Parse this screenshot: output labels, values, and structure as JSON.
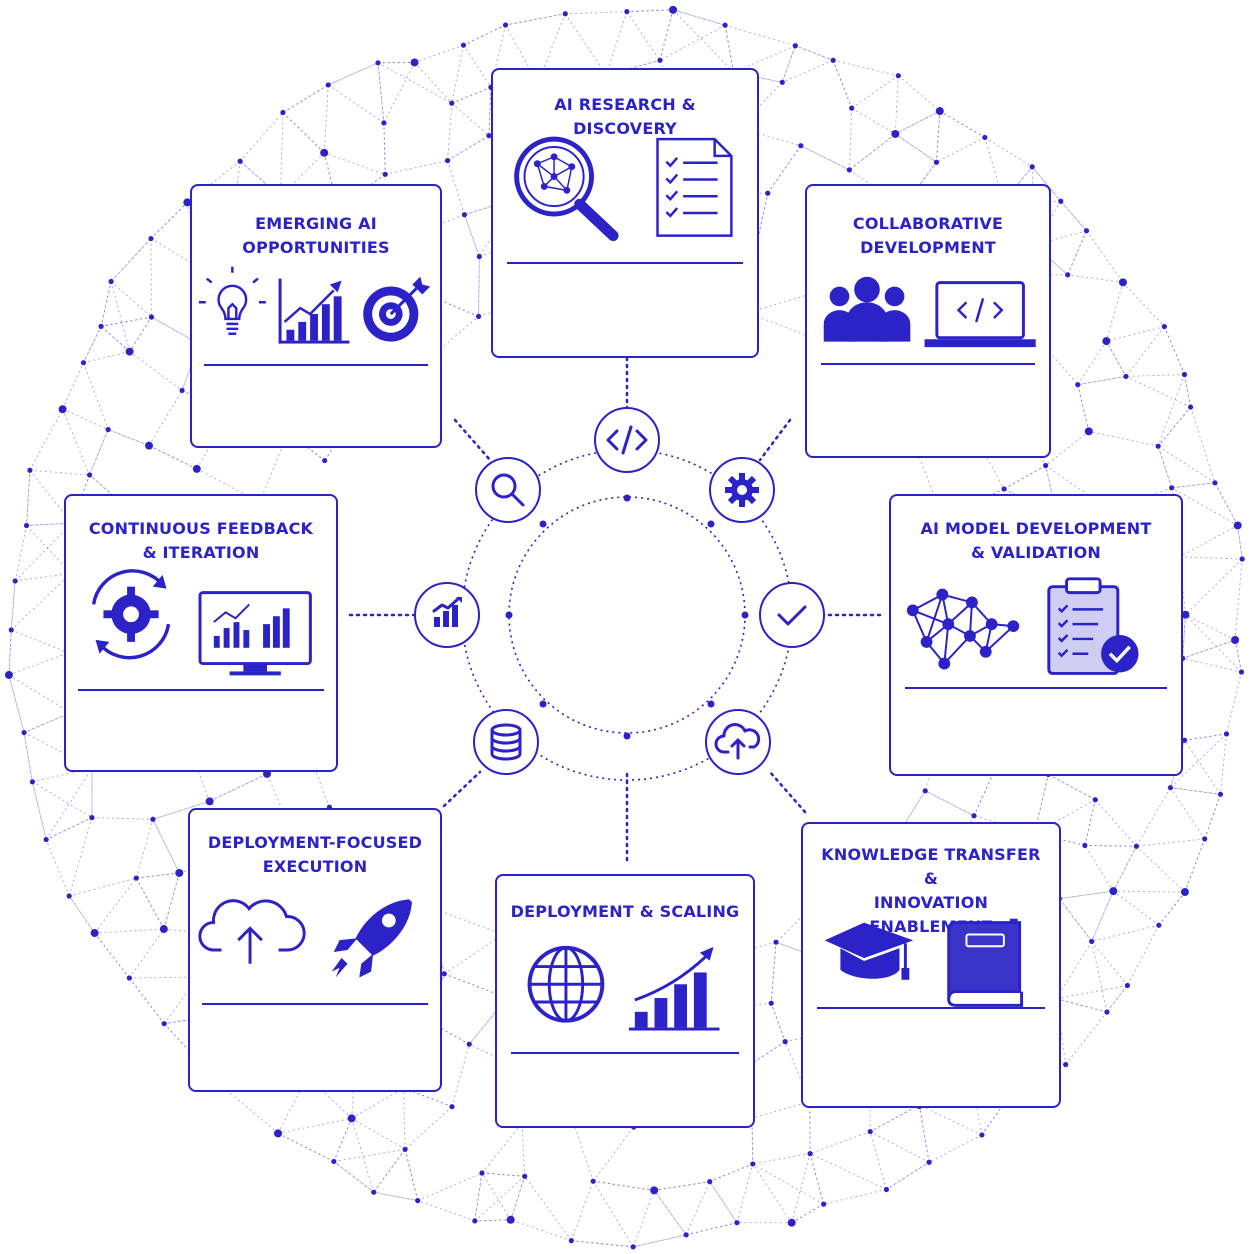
{
  "colors": {
    "primary": "#2b22c8",
    "network": "#5a52d8",
    "background": "#ffffff"
  },
  "cards": {
    "research": {
      "title": "AI RESEARCH & DISCOVERY",
      "icons": [
        "network-magnifier-icon",
        "checklist-document-icon"
      ]
    },
    "collab": {
      "title": "COLLABORATIVE\nDEVELOPMENT",
      "icons": [
        "team-icon",
        "laptop-code-icon"
      ]
    },
    "model": {
      "title": "AI MODEL DEVELOPMENT\n& VALIDATION",
      "icons": [
        "neural-network-icon",
        "clipboard-check-icon"
      ]
    },
    "knowledge": {
      "title": "KNOWLEDGE TRANSFER &\nINNOVATION ENABLEMENT",
      "icons": [
        "graduation-cap-icon",
        "book-icon"
      ]
    },
    "scaling": {
      "title": "DEPLOYMENT & SCALING",
      "icons": [
        "globe-icon",
        "growth-chart-icon"
      ]
    },
    "execution": {
      "title": "DEPLOYMENT-FOCUSED\nEXECUTION",
      "icons": [
        "cloud-upload-icon",
        "rocket-icon"
      ]
    },
    "feedback": {
      "title": "CONTINUOUS FEEDBACK\n& ITERATION",
      "icons": [
        "refresh-gear-icon",
        "monitor-chart-icon"
      ]
    },
    "emerging": {
      "title": "EMERGING AI\nOPPORTUNITIES",
      "icons": [
        "lightbulb-icon",
        "trend-chart-icon",
        "target-icon"
      ]
    }
  },
  "hub_icons": [
    "code-icon",
    "gear-icon",
    "checkmark-icon",
    "cloud-upload-icon",
    "database-icon",
    "bar-chart-icon",
    "search-icon"
  ]
}
